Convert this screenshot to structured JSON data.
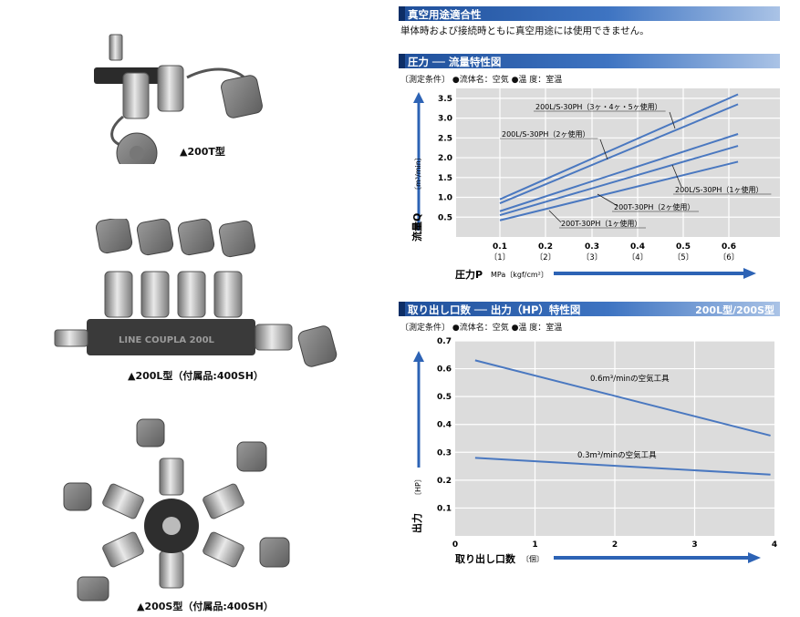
{
  "left": {
    "caption1": "▲200T型",
    "caption2": "▲200L型（付属品:400SH）",
    "caption3": "▲200S型（付属品:400SH）",
    "emboss": "LINE COUPLA 200L"
  },
  "sec1": {
    "title": "真空用途適合性",
    "text": "単体時および接続時ともに真空用途には使用できません。"
  },
  "sec2": {
    "title": "圧力 ── 流量特性図",
    "conditions": "〔測定条件〕 ●流体名：空気 ●温 度：室温"
  },
  "sec3": {
    "title": "取り出し口数 ── 出力（HP）特性図",
    "right_label": "200L型/200S型",
    "conditions": "〔測定条件〕 ●流体名：空気 ●温 度：室温"
  },
  "chart_data": [
    {
      "type": "line",
      "x": [
        0.1,
        0.62
      ],
      "xticks": [
        "0.1",
        "0.2",
        "0.3",
        "0.4",
        "0.5",
        "0.6"
      ],
      "xticks_kgf": [
        "〔1〕",
        "〔2〕",
        "〔3〕",
        "〔4〕",
        "〔5〕",
        "〔6〕"
      ],
      "yticks": [
        "3.5",
        "3.0",
        "2.5",
        "2.0",
        "1.5",
        "1.0",
        "0.5"
      ],
      "ylim": [
        0,
        3.75
      ],
      "xlim": [
        0,
        0.65
      ],
      "xlabel": "圧力P",
      "xunit": "MPa〔kgf/cm²〕",
      "ylabel": "流量Q",
      "yunit": "〔m³/min〕",
      "series": [
        {
          "name": "200L/S-30PH（3ヶ・4ヶ・5ヶ使用）",
          "values": [
            0.95,
            3.6
          ]
        },
        {
          "name": "200L/S-30PH（2ヶ使用）",
          "values": [
            0.85,
            3.35
          ]
        },
        {
          "name": "200L/S-30PH（1ヶ使用）",
          "values": [
            0.65,
            2.6
          ]
        },
        {
          "name": "200T-30PH（2ヶ使用）",
          "values": [
            0.55,
            2.3
          ]
        },
        {
          "name": "200T-30PH（1ヶ使用）",
          "values": [
            0.42,
            1.9
          ]
        }
      ],
      "color": "#4a78c0",
      "grid": true
    },
    {
      "type": "line",
      "x": [
        0.25,
        3.95
      ],
      "xticks": [
        "0",
        "1",
        "2",
        "3",
        "4"
      ],
      "yticks": [
        "0.7",
        "0.6",
        "0.5",
        "0.4",
        "0.3",
        "0.2",
        "0.1"
      ],
      "ylim": [
        0,
        0.7
      ],
      "xlim": [
        0,
        4
      ],
      "xlabel": "取り出し口数",
      "xunit": "〔個〕",
      "ylabel": "出力",
      "yunit": "〔HP〕",
      "series": [
        {
          "name": "0.6m³/minの空気工具",
          "values": [
            0.63,
            0.36
          ]
        },
        {
          "name": "0.3m³/minの空気工具",
          "values": [
            0.28,
            0.22
          ]
        }
      ],
      "color": "#4a78c0",
      "grid": true
    }
  ]
}
